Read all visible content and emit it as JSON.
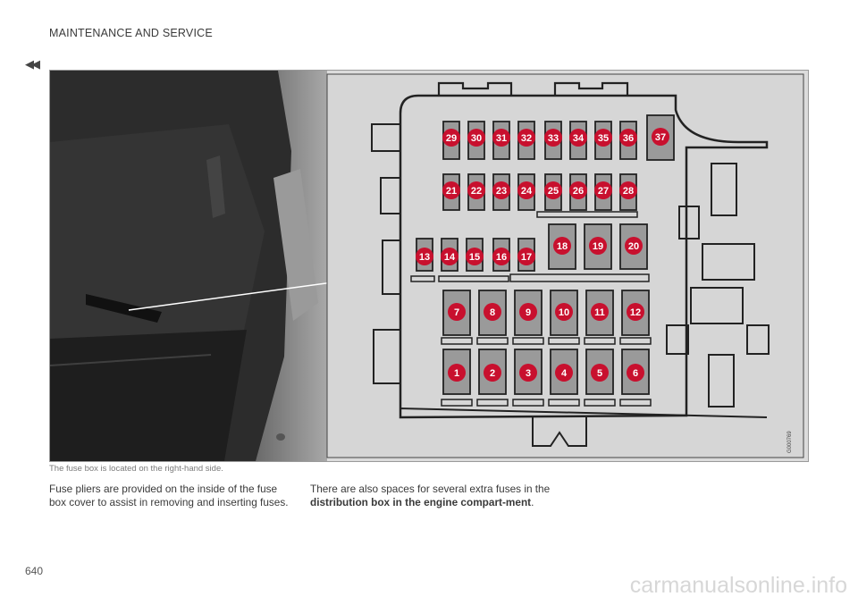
{
  "header": {
    "section_title": "MAINTENANCE AND SERVICE",
    "back_icon": "double-left-arrow"
  },
  "figure": {
    "image_code": "G000769",
    "fuse_numbers": [
      "1",
      "2",
      "3",
      "4",
      "5",
      "6",
      "7",
      "8",
      "9",
      "10",
      "11",
      "12",
      "13",
      "14",
      "15",
      "16",
      "17",
      "18",
      "19",
      "20",
      "21",
      "22",
      "23",
      "24",
      "25",
      "26",
      "27",
      "28",
      "29",
      "30",
      "31",
      "32",
      "33",
      "34",
      "35",
      "36",
      "37"
    ],
    "badge_color": "#c8102e"
  },
  "caption": "The fuse box is located on the right-hand side.",
  "body": {
    "paragraph1": "Fuse pliers are provided on the inside of the fuse box cover to assist in removing and inserting fuses.",
    "paragraph2_prefix": "There are also spaces for several extra fuses in the ",
    "paragraph2_bold": "distribution box in the engine compart-ment",
    "paragraph2_suffix": "."
  },
  "page_number": "640",
  "watermark": "carmanualsonline.info"
}
